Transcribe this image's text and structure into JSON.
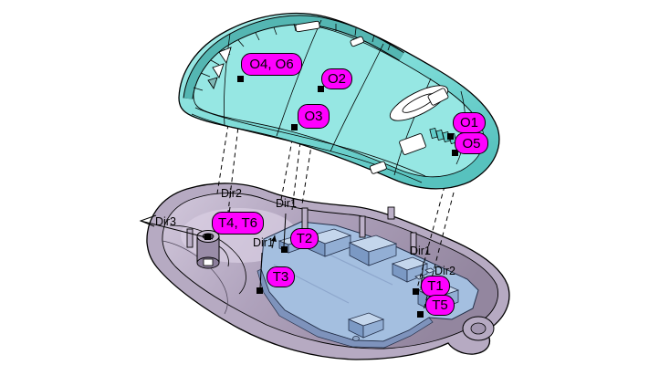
{
  "view": {
    "type": "3d-cad-exploded-view",
    "background": "#FFFFFF"
  },
  "colors": {
    "label_fill": "#FF00FF",
    "label_border": "#000000",
    "label_text": "#000000",
    "top_cover_light": "#9BE9E5",
    "top_cover_mid": "#62CDC9",
    "top_cover_dark": "#3FA29E",
    "bottom_cover": "#B6AAC2",
    "bottom_cover_floor": "#A296AF",
    "bottom_cover_light": "#D2C8DC",
    "pcb_top": "#A4BFE0",
    "pcb_component_light": "#C4D6EC",
    "pcb_component_side": "#7B99C4",
    "outline": "#000000"
  },
  "labels": {
    "o4_o6": "O4, O6",
    "o2": "O2",
    "o3": "O3",
    "o1": "O1",
    "o5": "O5",
    "t4_t6": "T4, T6",
    "t2": "T2",
    "t3": "T3",
    "t1": "T1",
    "t5": "T5"
  },
  "directions": {
    "dir2_left": "Dir2",
    "dir3_left": "Dir3",
    "dir1_top": "Dir1",
    "dir1_mid": "Dir1",
    "dir1_right": "Dir1",
    "dir2_right": "Dir2"
  },
  "icons": {
    "datum_marker": "filled-black-square",
    "direction_arrow": "open-triangle-arrow"
  }
}
